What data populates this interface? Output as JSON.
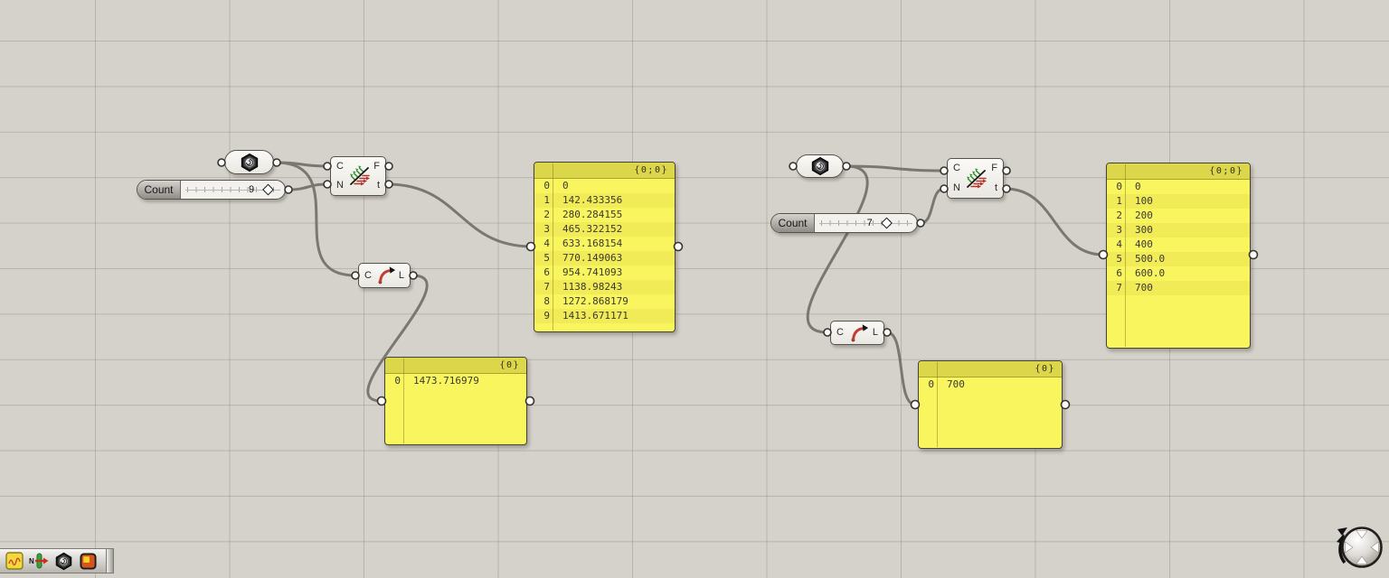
{
  "canvas": {
    "background": "#d5d2cb",
    "wire_color": "#76736e"
  },
  "left": {
    "curve_param": {
      "icon": "curve-hexagon-icon"
    },
    "slider": {
      "label": "Count",
      "value": "9"
    },
    "frames": {
      "inputs": [
        "C",
        "N"
      ],
      "outputs": [
        "F",
        "t"
      ]
    },
    "length": {
      "inputs": [
        "C"
      ],
      "outputs": [
        "L"
      ]
    },
    "panel_frames": {
      "header": "{0;0}",
      "rows": [
        [
          "0",
          "0"
        ],
        [
          "1",
          "142.433356"
        ],
        [
          "2",
          "280.284155"
        ],
        [
          "3",
          "465.322152"
        ],
        [
          "4",
          "633.168154"
        ],
        [
          "5",
          "770.149063"
        ],
        [
          "6",
          "954.741093"
        ],
        [
          "7",
          "1138.98243"
        ],
        [
          "8",
          "1272.868179"
        ],
        [
          "9",
          "1413.671171"
        ]
      ]
    },
    "panel_length": {
      "header": "{0}",
      "rows": [
        [
          "0",
          "1473.716979"
        ]
      ]
    }
  },
  "right": {
    "curve_param": {
      "icon": "curve-hexagon-icon"
    },
    "slider": {
      "label": "Count",
      "value": "7"
    },
    "frames": {
      "inputs": [
        "C",
        "N"
      ],
      "outputs": [
        "F",
        "t"
      ]
    },
    "length": {
      "inputs": [
        "C"
      ],
      "outputs": [
        "L"
      ]
    },
    "panel_frames": {
      "header": "{0;0}",
      "rows": [
        [
          "0",
          "0"
        ],
        [
          "1",
          "100"
        ],
        [
          "2",
          "200"
        ],
        [
          "3",
          "300"
        ],
        [
          "4",
          "400"
        ],
        [
          "5",
          "500.0"
        ],
        [
          "6",
          "600.0"
        ],
        [
          "7",
          "700"
        ]
      ]
    },
    "panel_length": {
      "header": "{0}",
      "rows": [
        [
          "0",
          "700"
        ]
      ]
    }
  },
  "toolbar": {
    "icons": [
      "sketch-panel-icon",
      "number-slider-icon",
      "curve-param-icon",
      "panel-icon"
    ]
  },
  "nav": {
    "widget": "canvas-navigation-ball"
  }
}
